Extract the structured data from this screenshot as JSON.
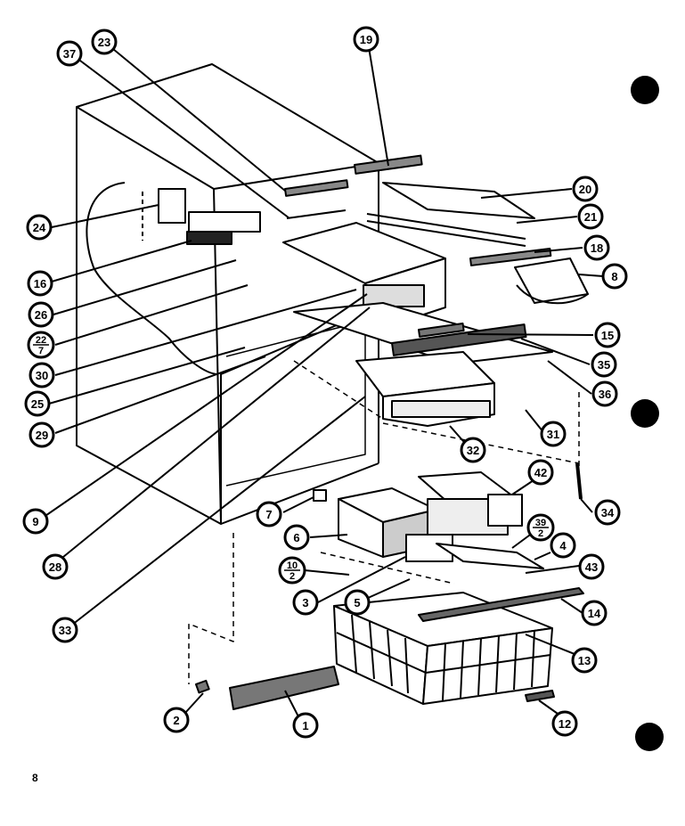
{
  "diagram": {
    "page_number": "8",
    "callouts": [
      {
        "id": "c23",
        "label": "23"
      },
      {
        "id": "c37",
        "label": "37"
      },
      {
        "id": "c19",
        "label": "19"
      },
      {
        "id": "c20",
        "label": "20"
      },
      {
        "id": "c21",
        "label": "21"
      },
      {
        "id": "c18",
        "label": "18"
      },
      {
        "id": "c8",
        "label": "8"
      },
      {
        "id": "c24",
        "label": "24"
      },
      {
        "id": "c16",
        "label": "16"
      },
      {
        "id": "c26",
        "label": "26"
      },
      {
        "id": "c22",
        "label": "22",
        "sub": "7"
      },
      {
        "id": "c30",
        "label": "30"
      },
      {
        "id": "c25",
        "label": "25"
      },
      {
        "id": "c29",
        "label": "29"
      },
      {
        "id": "c15",
        "label": "15"
      },
      {
        "id": "c35",
        "label": "35"
      },
      {
        "id": "c36",
        "label": "36"
      },
      {
        "id": "c31",
        "label": "31"
      },
      {
        "id": "c32",
        "label": "32"
      },
      {
        "id": "c42",
        "label": "42"
      },
      {
        "id": "c34",
        "label": "34"
      },
      {
        "id": "c9",
        "label": "9"
      },
      {
        "id": "c7",
        "label": "7"
      },
      {
        "id": "c6",
        "label": "6"
      },
      {
        "id": "c39",
        "label": "39",
        "sub": "2"
      },
      {
        "id": "c4",
        "label": "4"
      },
      {
        "id": "c43",
        "label": "43"
      },
      {
        "id": "c28",
        "label": "28"
      },
      {
        "id": "c10",
        "label": "10",
        "sub": "2"
      },
      {
        "id": "c3",
        "label": "3"
      },
      {
        "id": "c5",
        "label": "5"
      },
      {
        "id": "c14",
        "label": "14"
      },
      {
        "id": "c33",
        "label": "33"
      },
      {
        "id": "c13",
        "label": "13"
      },
      {
        "id": "c2",
        "label": "2"
      },
      {
        "id": "c1",
        "label": "1"
      },
      {
        "id": "c12",
        "label": "12"
      }
    ]
  }
}
